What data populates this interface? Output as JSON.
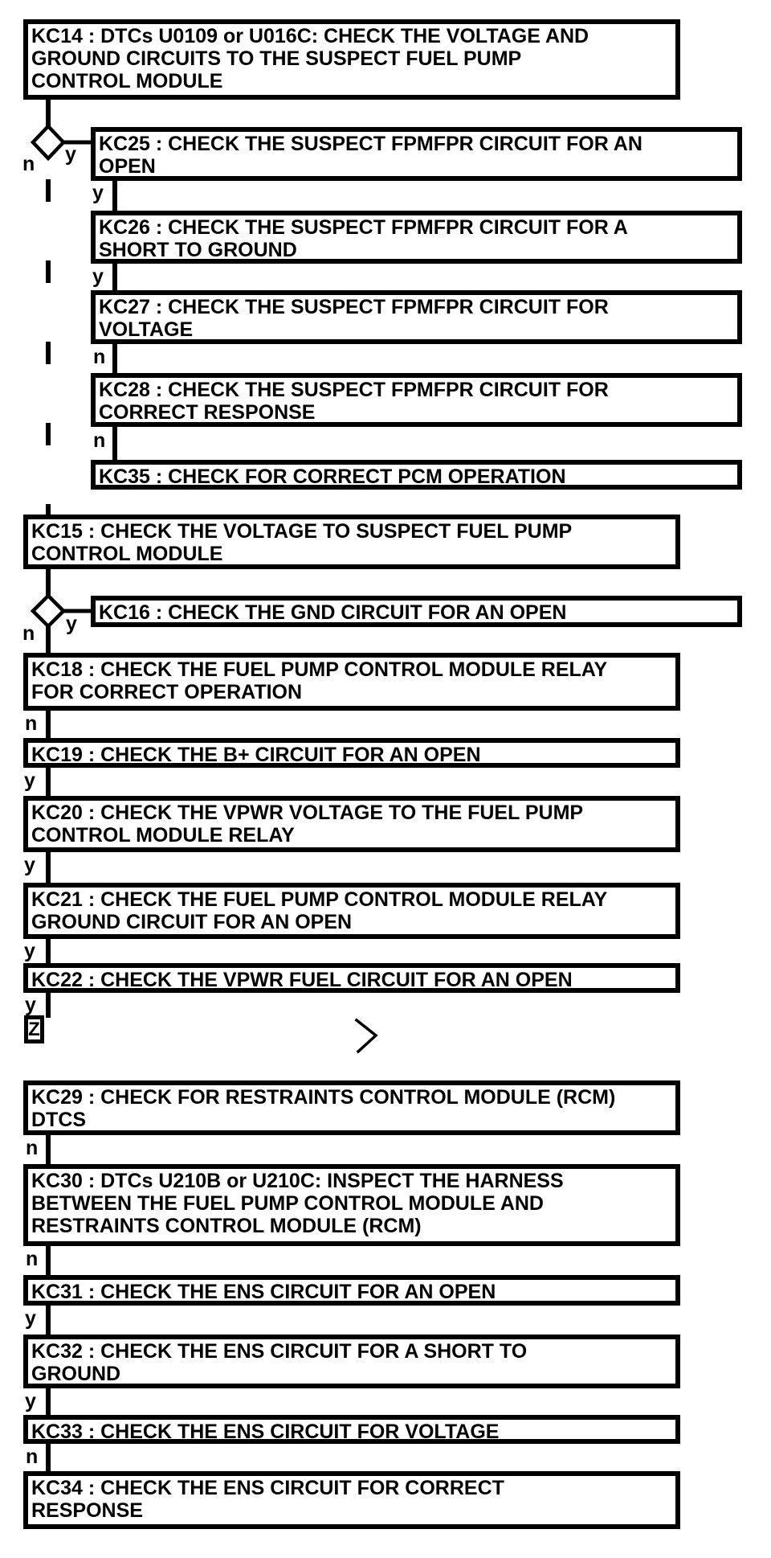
{
  "diagram": {
    "type": "flowchart",
    "nodes": {
      "kc14": "KC14 : DTCs U0109 or U016C: CHECK THE VOLTAGE AND\nGROUND CIRCUITS TO THE SUSPECT FUEL PUMP\nCONTROL MODULE",
      "kc25": "KC25 : CHECK THE SUSPECT FPMFPR CIRCUIT FOR AN\nOPEN",
      "kc26": "KC26 : CHECK THE SUSPECT FPMFPR CIRCUIT FOR A\nSHORT TO GROUND",
      "kc27": "KC27 : CHECK THE SUSPECT FPMFPR CIRCUIT FOR\nVOLTAGE",
      "kc28": "KC28 : CHECK THE SUSPECT FPMFPR CIRCUIT FOR\nCORRECT RESPONSE",
      "kc35": "KC35 : CHECK FOR CORRECT PCM OPERATION",
      "kc15": "KC15 : CHECK THE VOLTAGE TO SUSPECT FUEL PUMP\nCONTROL MODULE",
      "kc16": "KC16 : CHECK THE GND CIRCUIT FOR AN OPEN",
      "kc18": "KC18 : CHECK THE FUEL PUMP CONTROL MODULE RELAY\nFOR CORRECT OPERATION",
      "kc19": "KC19 : CHECK THE B+ CIRCUIT FOR AN OPEN",
      "kc20": "KC20 : CHECK THE VPWR VOLTAGE TO THE FUEL PUMP\nCONTROL MODULE RELAY",
      "kc21": "KC21 : CHECK THE FUEL PUMP CONTROL MODULE RELAY\nGROUND CIRCUIT FOR AN OPEN",
      "kc22": "KC22 : CHECK THE VPWR FUEL CIRCUIT FOR AN OPEN",
      "kc29": "KC29 : CHECK FOR RESTRAINTS CONTROL MODULE (RCM)\nDTCS",
      "kc30": "KC30 : DTCs U210B or U210C: INSPECT THE HARNESS\nBETWEEN THE FUEL PUMP CONTROL MODULE AND\nRESTRAINTS CONTROL MODULE (RCM)",
      "kc31": "KC31 : CHECK THE ENS CIRCUIT FOR AN OPEN",
      "kc32": "KC32 : CHECK THE ENS CIRCUIT FOR A SHORT TO\nGROUND",
      "kc33": "KC33 : CHECK THE ENS CIRCUIT FOR VOLTAGE",
      "kc34": "KC34 : CHECK THE ENS CIRCUIT FOR CORRECT\nRESPONSE"
    },
    "edge_labels": {
      "d1_yes": "y",
      "d1_no": "n",
      "kc25_kc26": "y",
      "kc26_kc27": "y",
      "kc27_kc28": "n",
      "kc28_kc35": "n",
      "d2_yes": "y",
      "d2_no": "n",
      "kc18_kc19": "n",
      "kc19_kc20": "y",
      "kc20_kc21": "y",
      "kc21_kc22": "y",
      "kc22_z": "y",
      "kc29_kc30": "n",
      "kc30_kc31": "n",
      "kc31_kc32": "y",
      "kc32_kc33": "y",
      "kc33_kc34": "n"
    },
    "offpage_connector": {
      "label": "Z"
    },
    "icons": {
      "continuation": "chevron-right"
    },
    "colors": {
      "ink": "#000000",
      "paper": "#ffffff"
    }
  }
}
